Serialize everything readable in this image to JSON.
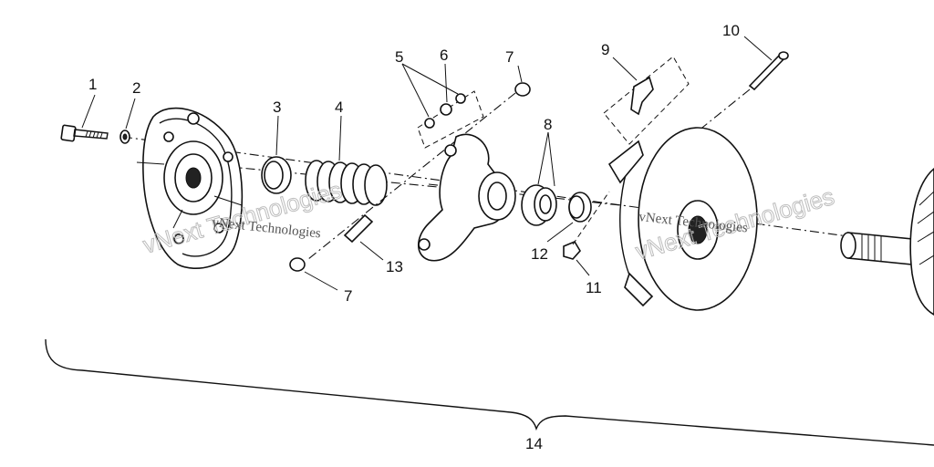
{
  "callouts": {
    "c1": "1",
    "c2": "2",
    "c3": "3",
    "c4": "4",
    "c5": "5",
    "c6": "6",
    "c7a": "7",
    "c7b": "7",
    "c8": "8",
    "c9": "9",
    "c10": "10",
    "c11": "11",
    "c12": "12",
    "c13": "13",
    "c14": "14"
  },
  "watermarks": {
    "left_big": "vNext Technologies",
    "left_small": "vNext Technologies",
    "right_big": "vNext Technologies",
    "right_small": "vNext Technologies"
  }
}
